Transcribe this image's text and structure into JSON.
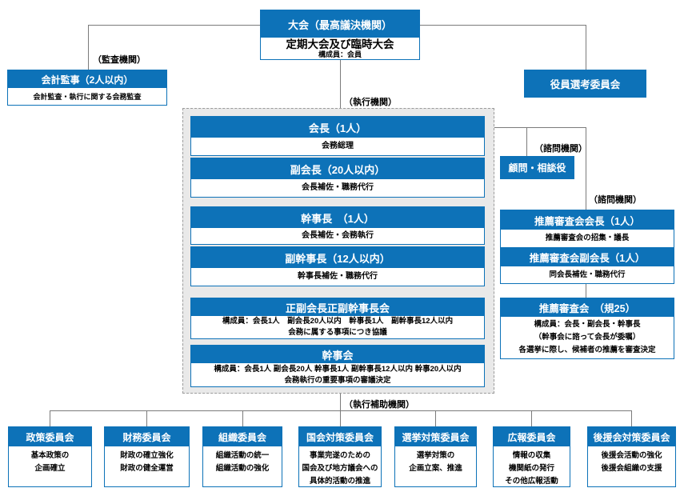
{
  "colors": {
    "primary_blue": "#0d72b8",
    "panel_gray": "#e9e9e9",
    "line_gray": "#7b7b7b"
  },
  "assembly": {
    "title": "大会（最高議決機関）",
    "body_line1": "定期大会及び臨時大会",
    "body_line2": "構成員：会員"
  },
  "audit": {
    "label": "（監査機関）",
    "title": "会計監事（2人以内）",
    "body": "会計監査・執行に関する会務監査"
  },
  "officer_selection": {
    "title": "役員選考委員会"
  },
  "executive": {
    "label": "（執行機関）",
    "units": [
      {
        "title": "会長（1人）",
        "body": "会務総理"
      },
      {
        "title": "副会長（20人以内）",
        "body": "会長補佐・職務代行"
      },
      {
        "title": "幹事長　（1人）",
        "body": "会長補佐・会務執行"
      },
      {
        "title": "副幹事長（12人以内）",
        "body": "幹事長補佐・職務代行"
      },
      {
        "title": "正副会長正副幹事長会",
        "body1": "構成員：会長1人　副会長20人以内　幹事長1人　副幹事長12人以内",
        "body2": "会務に属する事項につき協議"
      },
      {
        "title": "幹事会",
        "body1": "構成員：会長1人 副会長20人 幹事長1人 副幹事長12人以内 幹事20人以内",
        "body2": "会務執行の重要事項の審議決定"
      }
    ]
  },
  "advisors": {
    "label": "（諮問機関）",
    "title": "顧問・相談役"
  },
  "recommendation_chairs": {
    "label": "（諮問機関）",
    "chair_title": "推薦審査会会長（1人）",
    "chair_body": "推薦審査会の招集・議長",
    "vice_title": "推薦審査会副会長（1人）",
    "vice_body": "同会長補佐・職務代行"
  },
  "recommendation_committee": {
    "title": "推薦審査会　（規25）",
    "lines": [
      "構成員：会長・副会長・幹事長",
      "（幹事会に諮って会長が委嘱）",
      "各選挙に際し、候補者の推薦を審査決定"
    ]
  },
  "committees": {
    "label": "（執行補助機関）",
    "items": [
      {
        "title": "政策委員会",
        "lines": [
          "基本政策の",
          "企画確立"
        ]
      },
      {
        "title": "財務委員会",
        "lines": [
          "財政の確立強化",
          "財政の健全運営"
        ]
      },
      {
        "title": "組織委員会",
        "lines": [
          "組織活動の統一",
          "組織活動の強化"
        ]
      },
      {
        "title": "国会対策委員会",
        "lines": [
          "事業完遂のための",
          "国会及び地方議会への",
          "具体的活動の推進"
        ]
      },
      {
        "title": "選挙対策委員会",
        "lines": [
          "選挙対策の",
          "企画立案、推進"
        ]
      },
      {
        "title": "広報委員会",
        "lines": [
          "情報の収集",
          "機関紙の発行",
          "その他広報活動"
        ]
      },
      {
        "title": "後援会対策委員会",
        "lines": [
          "後援会活動の強化",
          "後援会組織の支援"
        ]
      }
    ]
  }
}
